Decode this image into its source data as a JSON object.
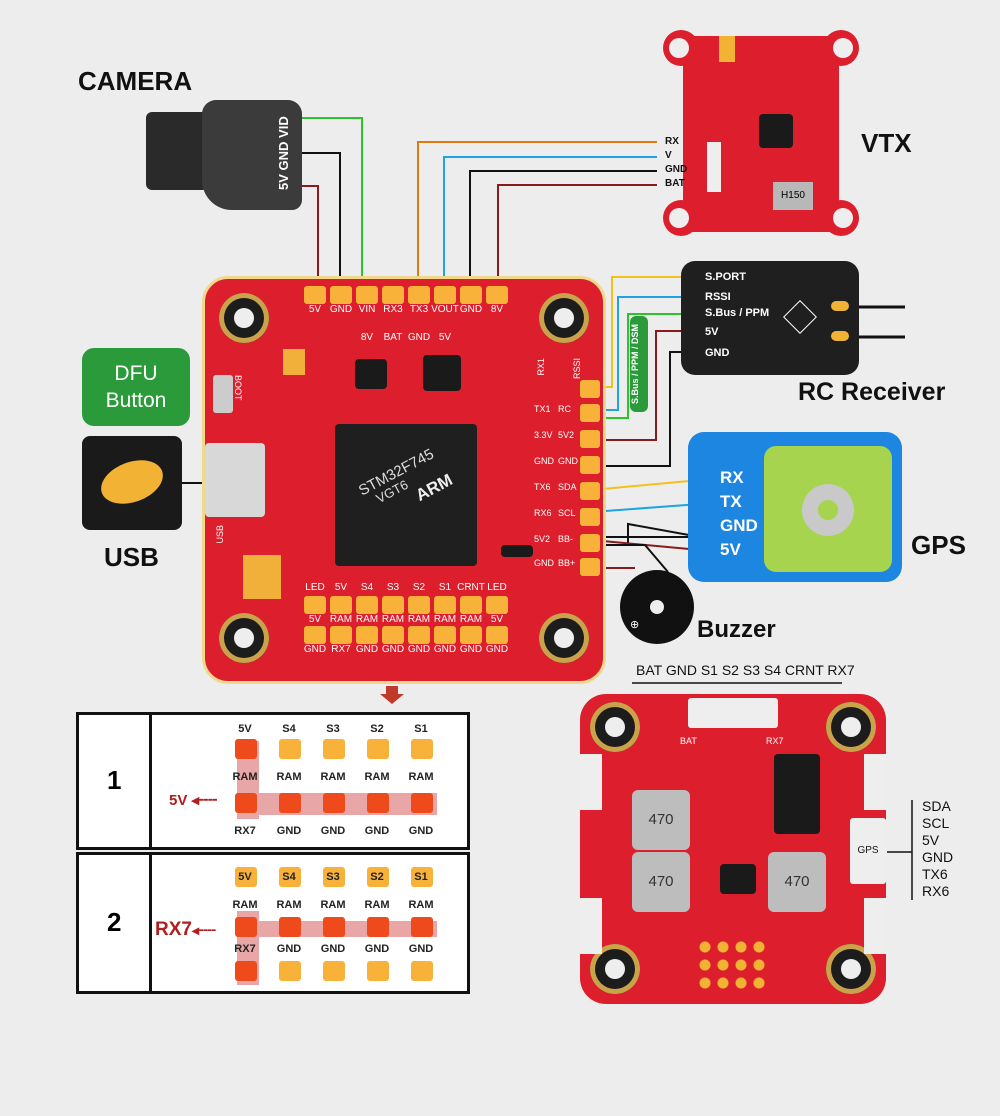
{
  "labels": {
    "camera": "CAMERA",
    "vtx": "VTX",
    "rc_receiver": "RC Receiver",
    "gps": "GPS",
    "buzzer": "Buzzer",
    "usb": "USB",
    "dfu_line1": "DFU",
    "dfu_line2": "Button",
    "boot": "BOOT",
    "usb_small": "USB"
  },
  "camera_pins": [
    "VID",
    "GND",
    "5V"
  ],
  "vtx_pins": [
    "RX",
    "V",
    "GND",
    "BAT"
  ],
  "rc_pins": [
    "S.PORT",
    "RSSI",
    "S.Bus / PPM",
    "5V",
    "GND"
  ],
  "sbus_tag": "S.Bus / PPM / DSM",
  "gps_pins": [
    "RX",
    "TX",
    "GND",
    "5V"
  ],
  "fc_top_pads": [
    "5V",
    "GND",
    "VIN",
    "RX3",
    "TX3",
    "VOUT",
    "GND",
    "8V"
  ],
  "fc_top_sub": [
    "8V",
    "BAT",
    "GND",
    "5V"
  ],
  "fc_right_left": [
    "TX1",
    "3.3V",
    "GND",
    "TX6",
    "RX6",
    "5V2",
    "GND"
  ],
  "fc_right_right": [
    "RC",
    "5V2",
    "GND",
    "SDA",
    "SCL",
    "BB-",
    "BB+"
  ],
  "fc_right_top": [
    "RX1",
    "RSSI"
  ],
  "fc_bottom_row1": [
    "LED",
    "5V",
    "S4",
    "S3",
    "S2",
    "S1",
    "CRNT",
    "LED"
  ],
  "fc_bottom_row2": [
    "5V",
    "RAM",
    "RAM",
    "RAM",
    "RAM",
    "RAM",
    "RAM",
    "5V"
  ],
  "fc_bottom_row3": [
    "GND",
    "RX7",
    "GND",
    "GND",
    "GND",
    "GND",
    "GND",
    "GND"
  ],
  "mcu": {
    "line1": "STM32F745",
    "line2": "VGT6",
    "logo": "ARM"
  },
  "table1": {
    "num": "1",
    "top": [
      "5V",
      "S4",
      "S3",
      "S2",
      "S1"
    ],
    "mid": [
      "RAM",
      "RAM",
      "RAM",
      "RAM",
      "RAM"
    ],
    "bot": [
      "RX7",
      "GND",
      "GND",
      "GND",
      "GND"
    ],
    "arrow": "5V"
  },
  "table2": {
    "num": "2",
    "top": [
      "5V",
      "S4",
      "S3",
      "S2",
      "S1"
    ],
    "mid": [
      "RAM",
      "RAM",
      "RAM",
      "RAM",
      "RAM"
    ],
    "bot": [
      "RX7",
      "GND",
      "GND",
      "GND",
      "GND"
    ],
    "arrow": "RX7"
  },
  "pdb_header": "BAT GND S1 S2 S3 S4 CRNT RX7",
  "pdb_right_pins": [
    "SDA",
    "SCL",
    "5V",
    "GND",
    "TX6",
    "RX6"
  ],
  "pdb_gps": "GPS",
  "pdb_inductor": "470",
  "pdb_bat": "BAT",
  "pdb_rx7": "RX7",
  "vtx_chip": "H150",
  "colors": {
    "pcb": "#dd1e2c",
    "pad": "#f8b23a",
    "dfu": "#2a9a3a",
    "gps": "#1c86e0",
    "gps_module": "#a6d44e"
  }
}
